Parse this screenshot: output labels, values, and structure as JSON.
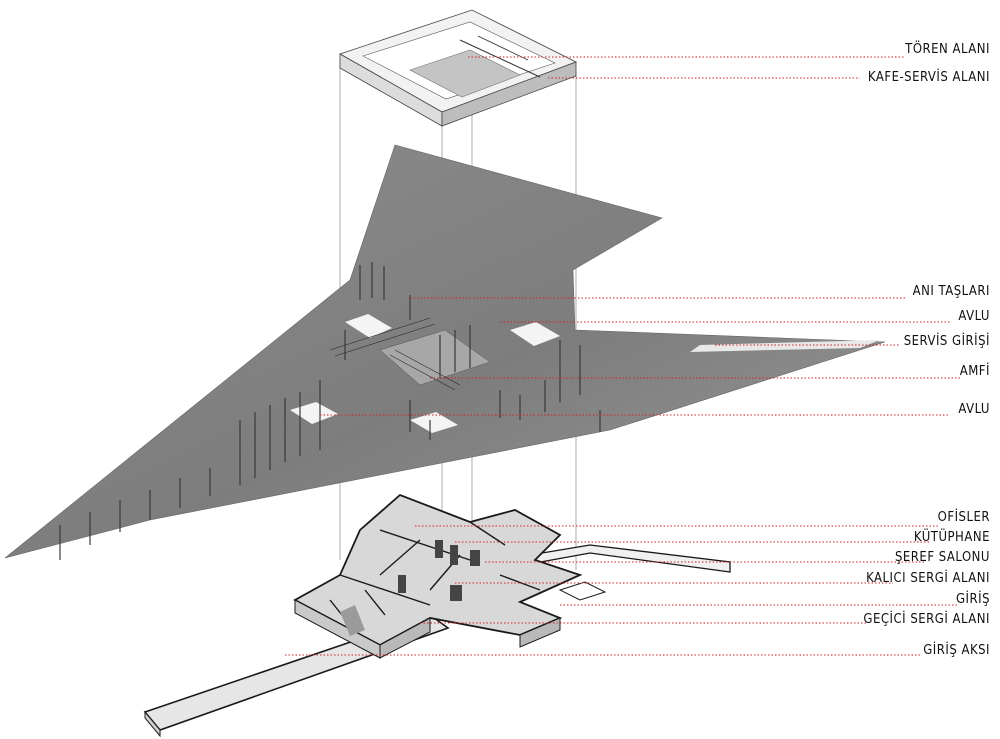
{
  "labels": {
    "toren_alani": "TÖREN ALANI",
    "kafe_servis_alani": "KAFE-SERVİS ALANI",
    "ani_taslari": "ANI TAŞLARI",
    "avlu_1": "AVLU",
    "servis_girisi": "SERVİS GİRİŞİ",
    "amfi": "AMFİ",
    "avlu_2": "AVLU",
    "ofisler": "OFİSLER",
    "kutuphane": "KÜTÜPHANE",
    "seref_salonu": "ŞEREF SALONU",
    "kalici_sergi_alani": "KALICI SERGİ ALANI",
    "giris": "GİRİŞ",
    "gecici_sergi_alani": "GEÇİCİ SERGİ ALANI",
    "giris_aksi": "GİRİŞ AKSI"
  },
  "colors": {
    "leader": "#d22222",
    "mass_dark": "#7f7f7f",
    "mass_light": "#c8c8c8",
    "wall": "#1a1a1a"
  }
}
